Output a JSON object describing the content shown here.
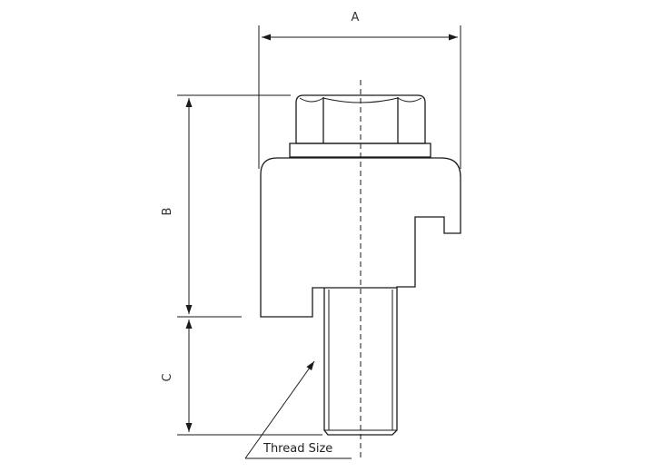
{
  "dimensions": {
    "a_label": "A",
    "b_label": "B",
    "c_label": "C"
  },
  "callout": {
    "thread_label": "Thread Size"
  },
  "colors": {
    "stroke": "#1a1a1a",
    "background": "#ffffff"
  }
}
